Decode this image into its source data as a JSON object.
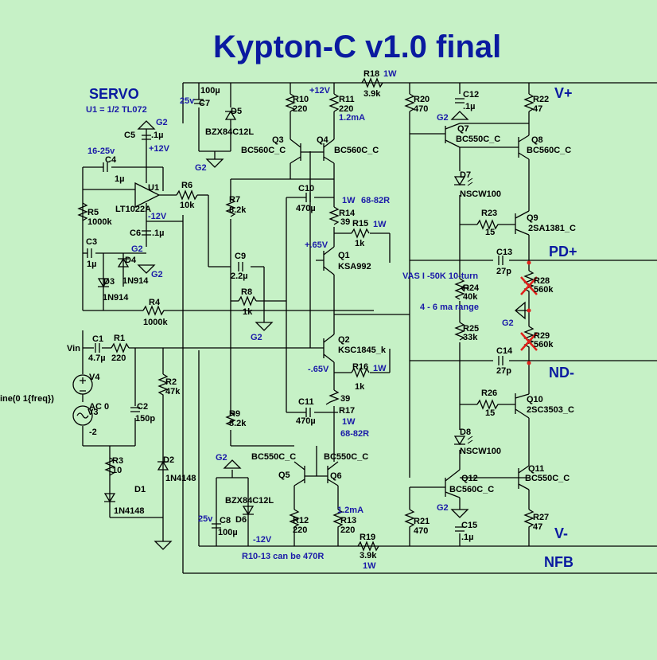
{
  "title": "Kypton-C v1.0 final",
  "servo_title": "SERVO",
  "servo_note": "U1 = 1/2 TL072",
  "ports": {
    "vplus": "V+",
    "vminus": "V-",
    "pdplus": "PD+",
    "ndminus": "ND-",
    "nfb": "NFB",
    "vin": "Vin"
  },
  "notes": {
    "vas": "VAS I -50K 10-turn",
    "range": "4 - 6 ma range",
    "r10_13": "R10-13 can be 470R",
    "src": "ine(0 1{freq})"
  },
  "rails": {
    "p12": "+12V",
    "m12": "-12V",
    "p65": "+.65V",
    "m65": "-.65V",
    "ma": "1.2mA",
    "g2": "G2"
  },
  "parts": {
    "r18": [
      "R18",
      "1W",
      "3.9k"
    ],
    "r19": [
      "R19",
      "3.9k",
      "1W"
    ],
    "r10": [
      "R10",
      "220"
    ],
    "r11": [
      "R11",
      "220"
    ],
    "r12": [
      "R12",
      "220"
    ],
    "r13": [
      "R13",
      "220"
    ],
    "r20": [
      "R20",
      "470"
    ],
    "r21": [
      "R21",
      "470"
    ],
    "r22": [
      "R22",
      "47"
    ],
    "r27": [
      "R27",
      "47"
    ],
    "r23": [
      "R23",
      "15"
    ],
    "r26": [
      "R26",
      "15"
    ],
    "r24": [
      "R24",
      "40k"
    ],
    "r25": [
      "R25",
      "33k"
    ],
    "r28": [
      "R28",
      "560k"
    ],
    "r29": [
      "R29",
      "560k"
    ],
    "r14": [
      "R14",
      "39",
      "1W",
      "68-82R"
    ],
    "r17": [
      "39",
      "R17",
      "1W",
      "68-82R"
    ],
    "r15": [
      "R15",
      "1k",
      "1W"
    ],
    "r16": [
      "R16",
      "1k",
      "1W"
    ],
    "r7": [
      "R7",
      "8.2k"
    ],
    "r9": [
      "R9",
      "8.2k"
    ],
    "r8": [
      "R8",
      "1k"
    ],
    "r6": [
      "R6",
      "10k"
    ],
    "r5": [
      "R5",
      "1000k"
    ],
    "r4": [
      "R4",
      "1000k"
    ],
    "r1": [
      "R1",
      "220"
    ],
    "r2": [
      "R2",
      "47k"
    ],
    "r3": [
      "R3",
      "10"
    ],
    "c7": [
      "100µ",
      "25v",
      "C7"
    ],
    "c8": [
      "25v",
      "C8",
      "100µ"
    ],
    "c12": [
      "C12",
      ".1µ"
    ],
    "c15": [
      "C15",
      ".1µ"
    ],
    "c5": [
      "C5",
      ".1µ",
      "16-25v"
    ],
    "c6": [
      "C6",
      ".1µ"
    ],
    "c4": [
      "C4",
      "1µ"
    ],
    "c3": [
      "C3",
      "1µ"
    ],
    "c9": [
      "C9",
      "2.2µ"
    ],
    "c10": [
      "C10",
      "470µ"
    ],
    "c11": [
      "C11",
      "470µ"
    ],
    "c13": [
      "C13",
      "27p"
    ],
    "c14": [
      "C14",
      "27p"
    ],
    "c1": [
      "C1",
      "4.7µ"
    ],
    "c2": [
      "C2",
      "150p"
    ],
    "d5": [
      "D5",
      "BZX84C12L"
    ],
    "d6": [
      "BZX84C12L",
      "D6"
    ],
    "d7": [
      "D7",
      "NSCW100"
    ],
    "d8": [
      "D8",
      "NSCW100"
    ],
    "d1": [
      "D1",
      "1N4148"
    ],
    "d2": [
      "D2",
      "1N4148"
    ],
    "d3": [
      "D3",
      "1N914"
    ],
    "d4": [
      "D4",
      "1N914"
    ],
    "q1": [
      "Q1",
      "KSA992"
    ],
    "q2": [
      "Q2",
      "KSC1845_k"
    ],
    "q3": [
      "Q3",
      "BC560C_C"
    ],
    "q4": [
      "Q4",
      "BC560C_C"
    ],
    "q5": [
      "BC550C_C",
      "Q5"
    ],
    "q6": [
      "BC550C_C",
      "Q6"
    ],
    "q7": [
      "Q7",
      "BC550C_C"
    ],
    "q8": [
      "Q8",
      "BC560C_C"
    ],
    "q9": [
      "Q9",
      "2SA1381_C"
    ],
    "q10": [
      "Q10",
      "2SC3503_C"
    ],
    "q11": [
      "Q11",
      "BC550C_C"
    ],
    "q12": [
      "Q12",
      "BC560C_C"
    ],
    "u1": [
      "U1",
      "LT1022A"
    ],
    "v4": [
      "V4"
    ],
    "v3": [
      "AC 0",
      "V3",
      "-2"
    ]
  }
}
